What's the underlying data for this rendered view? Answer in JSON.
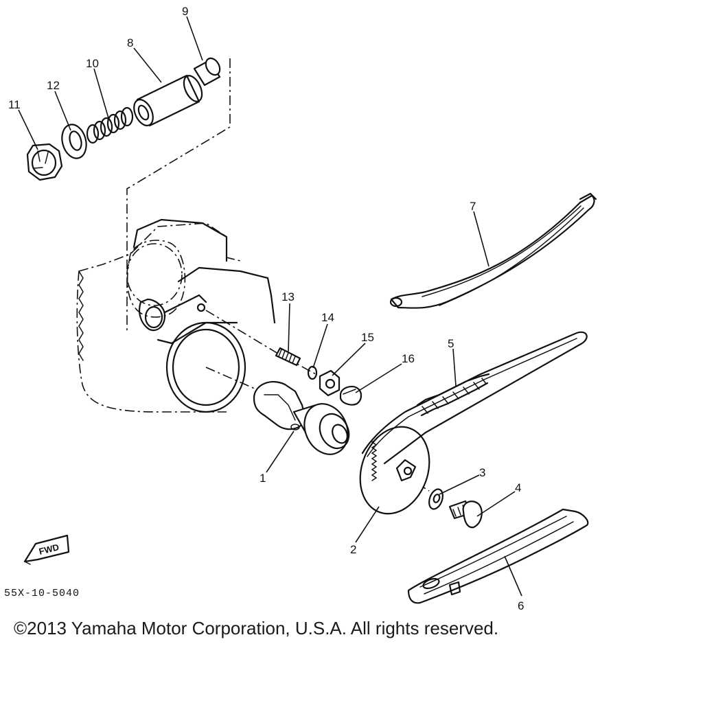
{
  "diagram": {
    "callouts": [
      {
        "id": "1",
        "label": "1"
      },
      {
        "id": "2",
        "label": "2"
      },
      {
        "id": "3",
        "label": "3"
      },
      {
        "id": "4",
        "label": "4"
      },
      {
        "id": "5",
        "label": "5"
      },
      {
        "id": "6",
        "label": "6"
      },
      {
        "id": "7",
        "label": "7"
      },
      {
        "id": "8",
        "label": "8"
      },
      {
        "id": "9",
        "label": "9"
      },
      {
        "id": "10",
        "label": "10"
      },
      {
        "id": "11",
        "label": "11"
      },
      {
        "id": "12",
        "label": "12"
      },
      {
        "id": "13",
        "label": "13"
      },
      {
        "id": "14",
        "label": "14"
      },
      {
        "id": "15",
        "label": "15"
      },
      {
        "id": "16",
        "label": "16"
      }
    ],
    "direction_mark": "FWD",
    "diagram_code": "55X-10-5040"
  },
  "footer": {
    "copyright": "©2013 Yamaha Motor Corporation, U.S.A. All rights reserved."
  }
}
